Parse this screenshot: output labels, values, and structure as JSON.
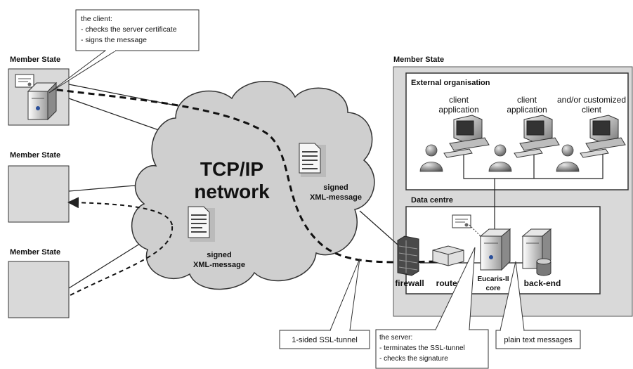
{
  "member_state_labels": [
    "Member State",
    "Member State",
    "Member State",
    "Member State"
  ],
  "client_callout": {
    "lines": [
      "the client:",
      "- checks the server certificate",
      "- signs the message"
    ]
  },
  "network": {
    "title_line1": "TCP/IP",
    "title_line2": "network"
  },
  "messages": [
    {
      "line1": "signed",
      "line2": "XML-message"
    },
    {
      "line1": "signed",
      "line2": "XML-message"
    }
  ],
  "external_org": {
    "title": "External organisation",
    "clients": [
      {
        "line1": "client",
        "line2": "application"
      },
      {
        "line1": "client",
        "line2": "application"
      },
      {
        "line1": "and/or customized",
        "line2": "client"
      }
    ]
  },
  "data_centre": {
    "title": "Data centre",
    "devices": {
      "firewall": "firewall",
      "router": "router",
      "core_line1": "Eucaris-II",
      "core_line2": "core",
      "backend": "back-end"
    }
  },
  "callouts": {
    "ssl_tunnel": "1-sided SSL-tunnel",
    "server_lines": [
      "the server:",
      "- terminates the SSL-tunnel",
      "- checks the signature"
    ],
    "plain_text": "plain text messages"
  }
}
